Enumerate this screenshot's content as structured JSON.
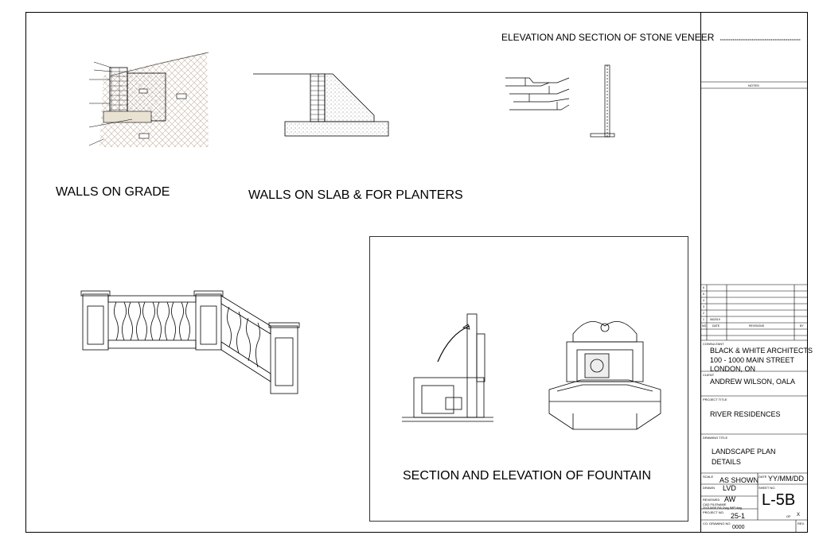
{
  "drawing_titles": {
    "stone_veneer": "ELEVATION AND SECTION OF STONE VENEER",
    "walls_on_grade": "WALLS ON GRADE",
    "walls_on_slab": "WALLS ON SLAB & FOR PLANTERS",
    "fountain": "SECTION AND ELEVATION OF FOUNTAIN"
  },
  "title_block": {
    "notes_label": "NOTES",
    "revisions": {
      "rows": [
        {
          "no": "6",
          "date": "",
          "desc": ""
        },
        {
          "no": "5",
          "date": "",
          "desc": ""
        },
        {
          "no": "4",
          "date": "",
          "desc": ""
        },
        {
          "no": "3",
          "date": "",
          "desc": ""
        },
        {
          "no": "2",
          "date": "",
          "desc": ""
        },
        {
          "no": "1",
          "date": "06/2019",
          "desc": ""
        }
      ],
      "header_no": "NO.",
      "header_date": "DATE",
      "header_revision": "REVISIONS",
      "header_by": "BY"
    },
    "consultant_label": "CONSULTANT",
    "consultant_lines": [
      "BLACK & WHITE ARCHITECTS",
      "100 - 1000 MAIN STREET",
      "LONDON, ON"
    ],
    "client_label": "CLIENT",
    "client": "ANDREW WILSON, OALA",
    "project_label": "PROJECT TITLE",
    "project": "RIVER RESIDENCES",
    "drawing_label": "DRAWING TITLE",
    "drawing_title_lines": [
      "LANDSCAPE PLAN",
      "DETAILS"
    ],
    "scale_label": "SCALE",
    "scale": "AS SHOWN",
    "date_label": "DATE",
    "date": "YY/MM/DD",
    "drawn_label": "DRAWN",
    "drawn": "LVD",
    "sheet_label": "SHEET NO.",
    "reviewed_label": "REVIEWED",
    "reviewed": "AW",
    "sheet_no": "L-5B",
    "cad_label": "CAD FILENAME",
    "cad_file": "2021W05 RA Dwg IMP.dwg",
    "project_no_label": "PROJECT NO.",
    "project_no": "25-1",
    "of_label": "OF",
    "of_value": "X",
    "co_drawing_label": "CO. DRAWING NO.",
    "co_drawing_no": "0000",
    "rev_label": "REV."
  }
}
